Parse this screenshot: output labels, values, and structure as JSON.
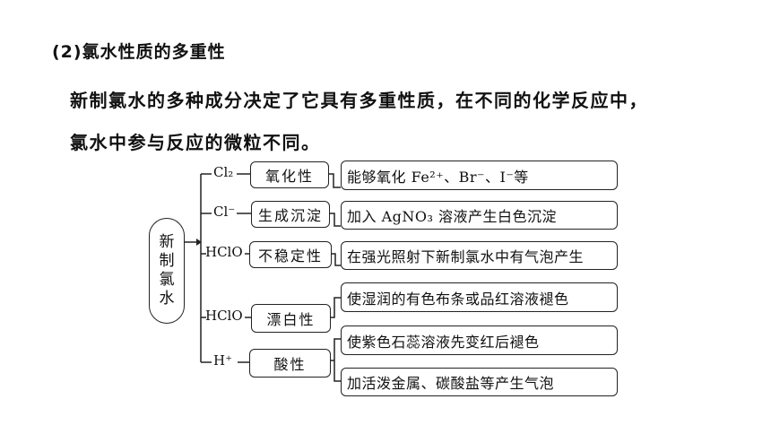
{
  "heading": "(2)氯水性质的多重性",
  "paragraph": {
    "line1": "新制氯水的多种成分决定了它具有多重性质，在不同的化学反应中，",
    "line2": "氯水中参与反应的微粒不同。"
  },
  "diagram": {
    "root": [
      "新",
      "制",
      "氯",
      "水"
    ],
    "branches": [
      {
        "species": "Cl₂",
        "property": "氧化性",
        "descriptions": [
          "能够氧化 Fe²⁺、Br⁻、I⁻等"
        ]
      },
      {
        "species": "Cl⁻",
        "property": "生成沉淀",
        "descriptions": [
          "加入 AgNO₃ 溶液产生白色沉淀"
        ]
      },
      {
        "species": "HClO",
        "property": "不稳定性",
        "descriptions": [
          "在强光照射下新制氯水中有气泡产生"
        ]
      },
      {
        "species": "HClO",
        "property": "漂白性",
        "descriptions": [
          "使湿润的有色布条或品红溶液褪色"
        ]
      },
      {
        "species": "H⁺",
        "property": "酸性",
        "descriptions": [
          "使紫色石蕊溶液先变红后褪色",
          "加活泼金属、碳酸盐等产生气泡"
        ]
      }
    ]
  }
}
